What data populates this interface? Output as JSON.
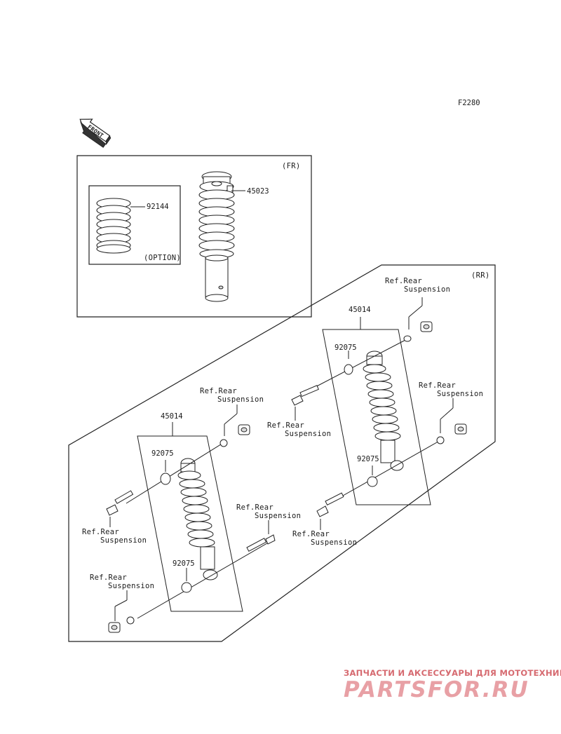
{
  "diagram": {
    "code": "F2280",
    "front_arrow": "FRONT",
    "front_section": {
      "tag": "(FR)",
      "shock_part": "45023",
      "spring_part": "92144",
      "option_label": "(OPTION)"
    },
    "rear_section": {
      "tag": "(RR)",
      "shock_part": "45014",
      "bushing_part": "92075",
      "ref_line1": "Ref.Rear",
      "ref_line2": "Suspension"
    }
  },
  "watermark": {
    "tagline": "ЗАПЧАСТИ И АКСЕССУАРЫ ДЛЯ МОТОТЕХНИКИ",
    "brand": "PARTSFOR.RU"
  }
}
